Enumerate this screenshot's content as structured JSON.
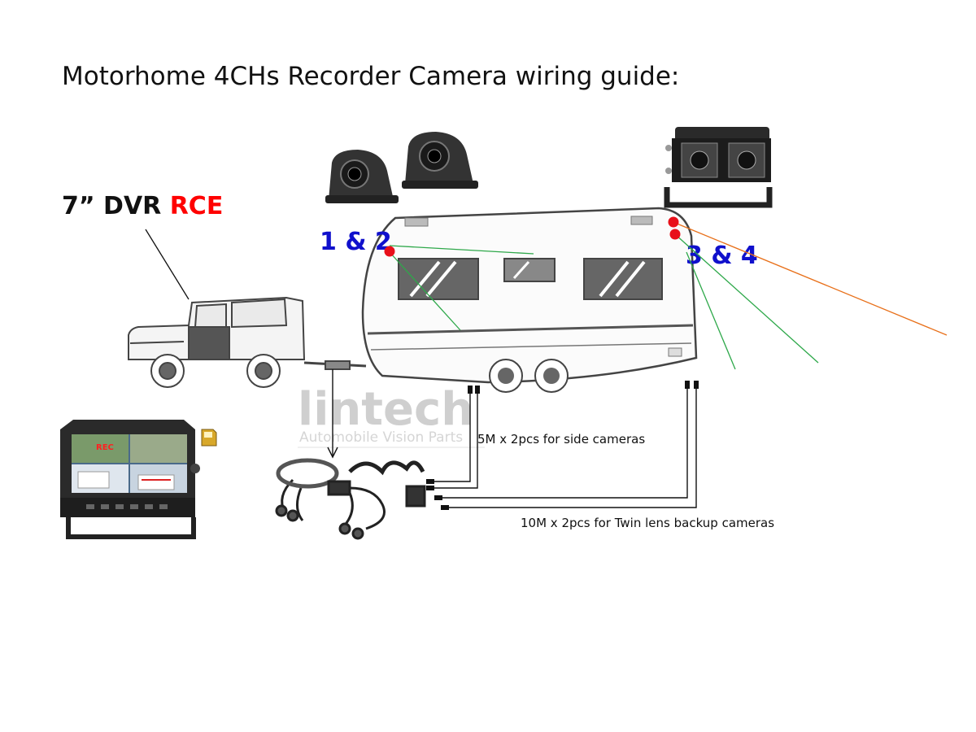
{
  "title": "Motorhome 4CHs Recorder Camera wiring guide:",
  "dvr_label": {
    "prefix": "7” DVR ",
    "brand": "RCE",
    "brand_color": "#ff0000"
  },
  "camera_groups": {
    "side": "1 & 2",
    "rear": "3 & 4",
    "color": "#1010cc"
  },
  "cable_labels": {
    "side": "5M x 2pcs for side cameras",
    "backup": "10M x 2pcs for Twin lens backup cameras"
  },
  "watermark": {
    "logo": "lintech",
    "tagline": "Automobile Vision Parts"
  },
  "monitor": {
    "rec_label": "REC"
  },
  "colors": {
    "mount_dot": "#e8101a",
    "side_wire": "#2ea84a",
    "rear_wire": "#2ea84a",
    "long_wire": "#e8701a",
    "outline": "#333333"
  },
  "icons": [
    "side-camera-icon",
    "twin-lens-camera-icon",
    "caravan-icon",
    "tow-vehicle-icon",
    "dvr-monitor-icon",
    "cable-harness-icon",
    "sd-card-icon"
  ]
}
